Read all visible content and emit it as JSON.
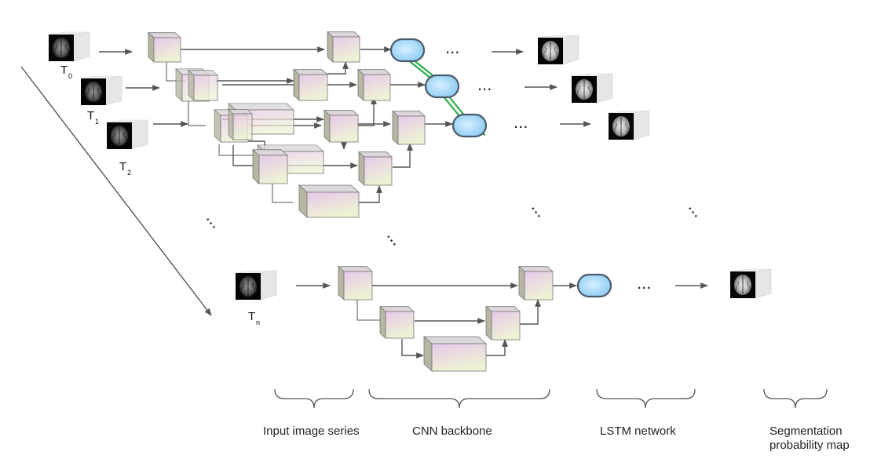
{
  "time_steps": [
    {
      "label": "T",
      "sub": "0"
    },
    {
      "label": "T",
      "sub": "1"
    },
    {
      "label": "T",
      "sub": "2"
    },
    {
      "label": "T",
      "sub": "n"
    }
  ],
  "ellipsis": "...",
  "sections": [
    {
      "id": "input",
      "caption": "Input image series"
    },
    {
      "id": "cnn",
      "caption": "CNN backbone"
    },
    {
      "id": "lstm",
      "caption": "LSTM network"
    },
    {
      "id": "seg",
      "caption_lines": [
        "Segmentation",
        "probability map"
      ]
    }
  ],
  "colors": {
    "cube_front_top": "#e6c8ea",
    "cube_front_bottom": "#eef2d4",
    "cube_side": "#b6b6a2",
    "cube_top": "#ddd6dc",
    "lstm_fill": "#9fd4f6",
    "lstm_stroke": "#4a5a68",
    "lstm_link": "#2fae4d",
    "arrow": "#555555"
  },
  "icons": {
    "input_scan": "grayscale-brain-scan-icon",
    "output_map": "brain-segmentation-map-icon",
    "lstm_cell": "lstm-cell-icon",
    "feature_block": "feature-map-cube-icon"
  }
}
